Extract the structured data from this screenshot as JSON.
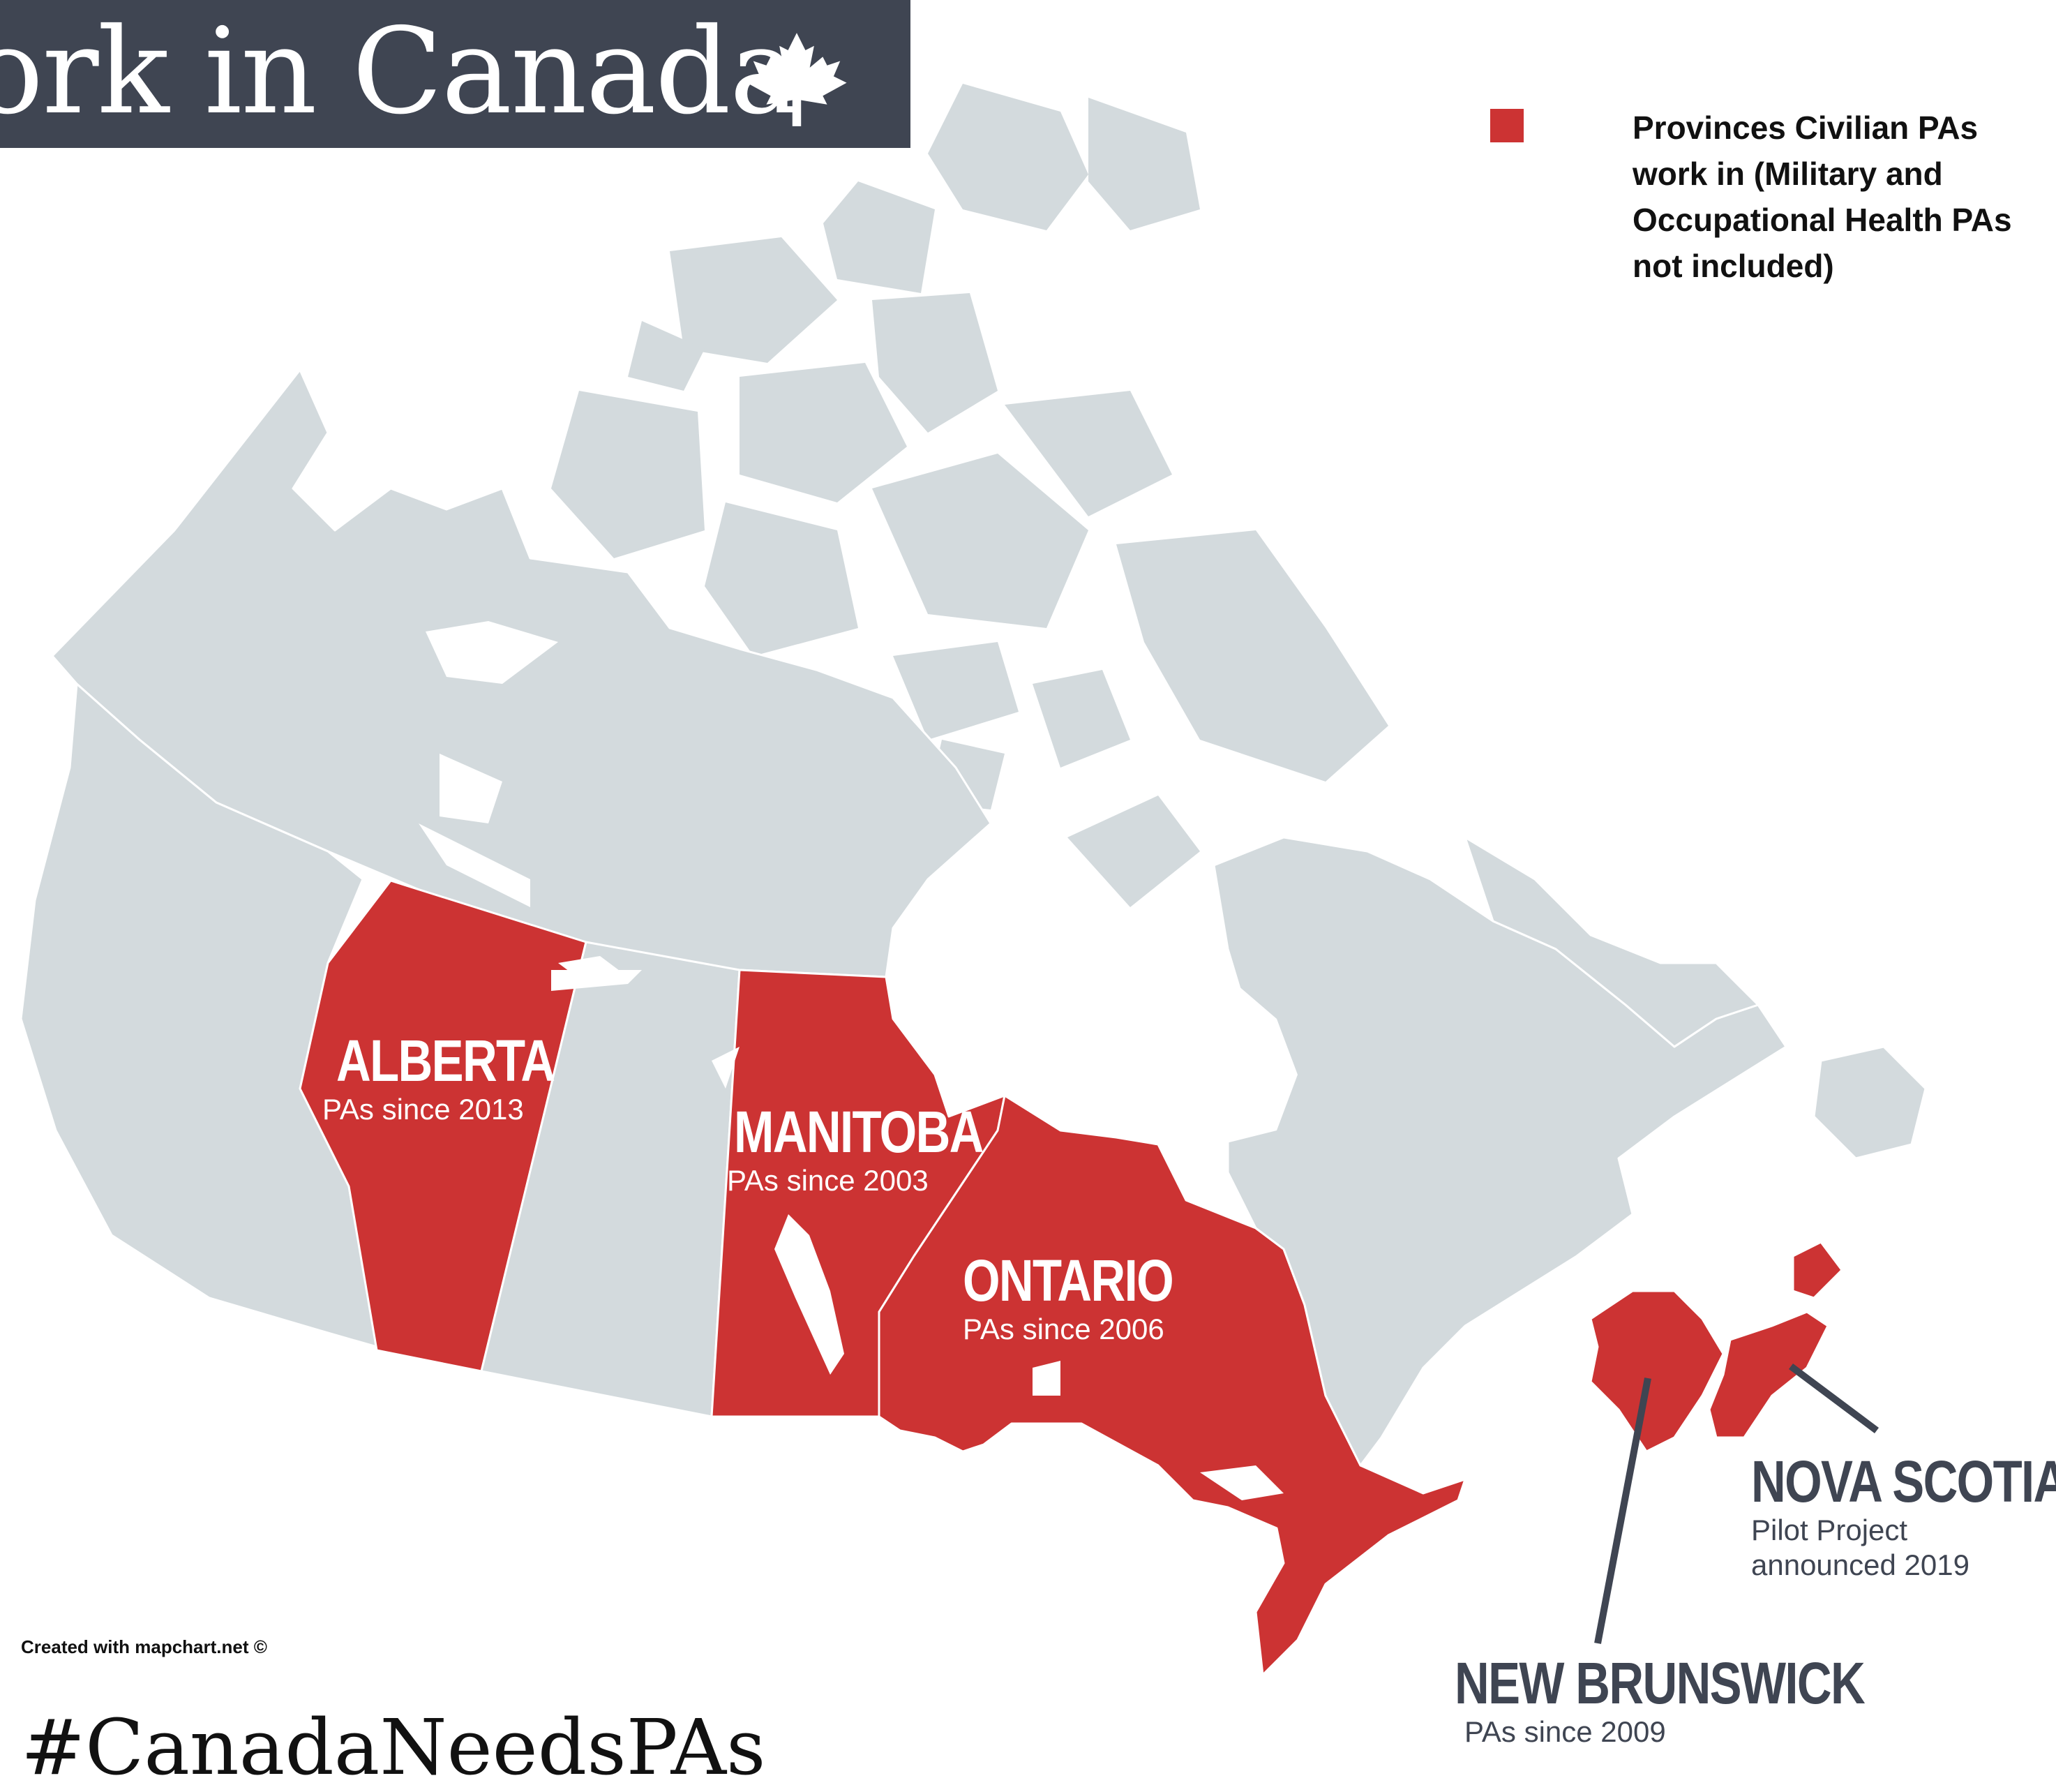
{
  "title": {
    "text": "ork in Canada",
    "leaf_icon": "maple-leaf-icon"
  },
  "legend": {
    "color": "#cc3333",
    "text": "Provinces Civilian PAs work in (Military and Occupational Health PAs not included)"
  },
  "colors": {
    "highlight": "#cc3333",
    "base": "#d3dadd",
    "dark": "#3f4552"
  },
  "provinces": {
    "alberta": {
      "name": "ALBERTA",
      "sub": "PAs since 2013"
    },
    "manitoba": {
      "name": "MANITOBA",
      "sub": "PAs since 2003"
    },
    "ontario": {
      "name": "ONTARIO",
      "sub": "PAs since 2006"
    },
    "nova_scotia": {
      "name": "NOVA SCOTIA",
      "sub_line1": "Pilot Project",
      "sub_line2": "announced 2019"
    },
    "new_brunswick": {
      "name": "NEW BRUNSWICK",
      "sub": "PAs since 2009"
    }
  },
  "credit": "Created with mapchart.net ©",
  "hashtag": "#CanadaNeedsPAs"
}
